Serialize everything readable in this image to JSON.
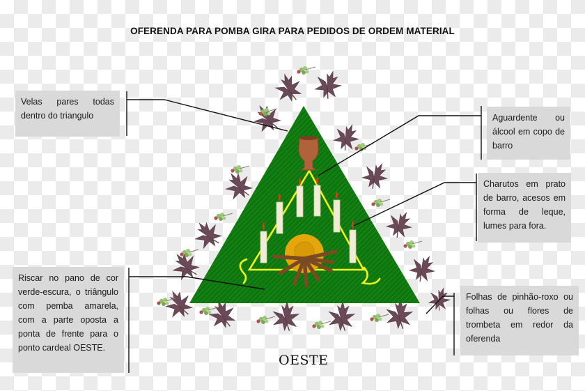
{
  "title": "OFERENDA PARA POMBA GIRA  PARA PEDIDOS DE ORDEM MATERIAL",
  "callouts": {
    "velas": "Velas pares todas dentro do triangulo",
    "aguardente": "Aguardente ou álcool em copo de barro",
    "charutos": "Charutos em prato de barro, acesos em forma de leque, lumes para fora.",
    "riscar": "Riscar no pano de cor verde-escura, o triângulo com pemba amarela, com a parte oposta a ponta de frente para o ponto cardeal OESTE.",
    "folhas": "Folhas de pinhão-roxo ou folhas ou flores de trombeta em redor da oferenda"
  },
  "footer": {
    "direction": "OESTE"
  },
  "diagram": {
    "cloth_color": "#0f7a0f",
    "pemba_color": "#f2f21a",
    "candle_count": 6,
    "cigar_count": 8,
    "elements": [
      "green-cloth-triangle",
      "yellow-pemba-triangle",
      "clay-cup",
      "candles",
      "clay-plate",
      "cigars",
      "purple-leaves"
    ]
  }
}
